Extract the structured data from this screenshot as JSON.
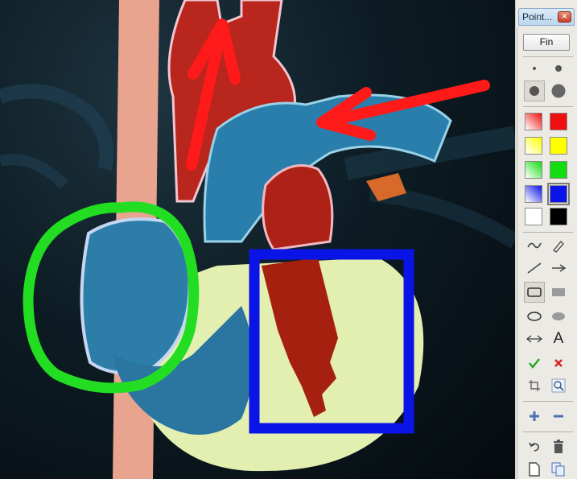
{
  "palette": {
    "title": "Point...",
    "close_glyph": "×",
    "fin_label": "Fin",
    "text_tool_glyph": "A",
    "colors": {
      "red_soft": "#e85a5a",
      "red": "#ee1010",
      "yellow_soft": "#f3ee78",
      "yellow": "#ffff00",
      "green_soft": "#6fdc6f",
      "green": "#11dd11",
      "blue_soft": "#5a68d8",
      "blue": "#0a14e6",
      "white": "#ffffff",
      "black": "#000000"
    }
  },
  "annotations": {
    "arrow_color": "#ff1a1a",
    "circle_color": "#22dd22",
    "rectangle_color": "#0a14e6"
  }
}
